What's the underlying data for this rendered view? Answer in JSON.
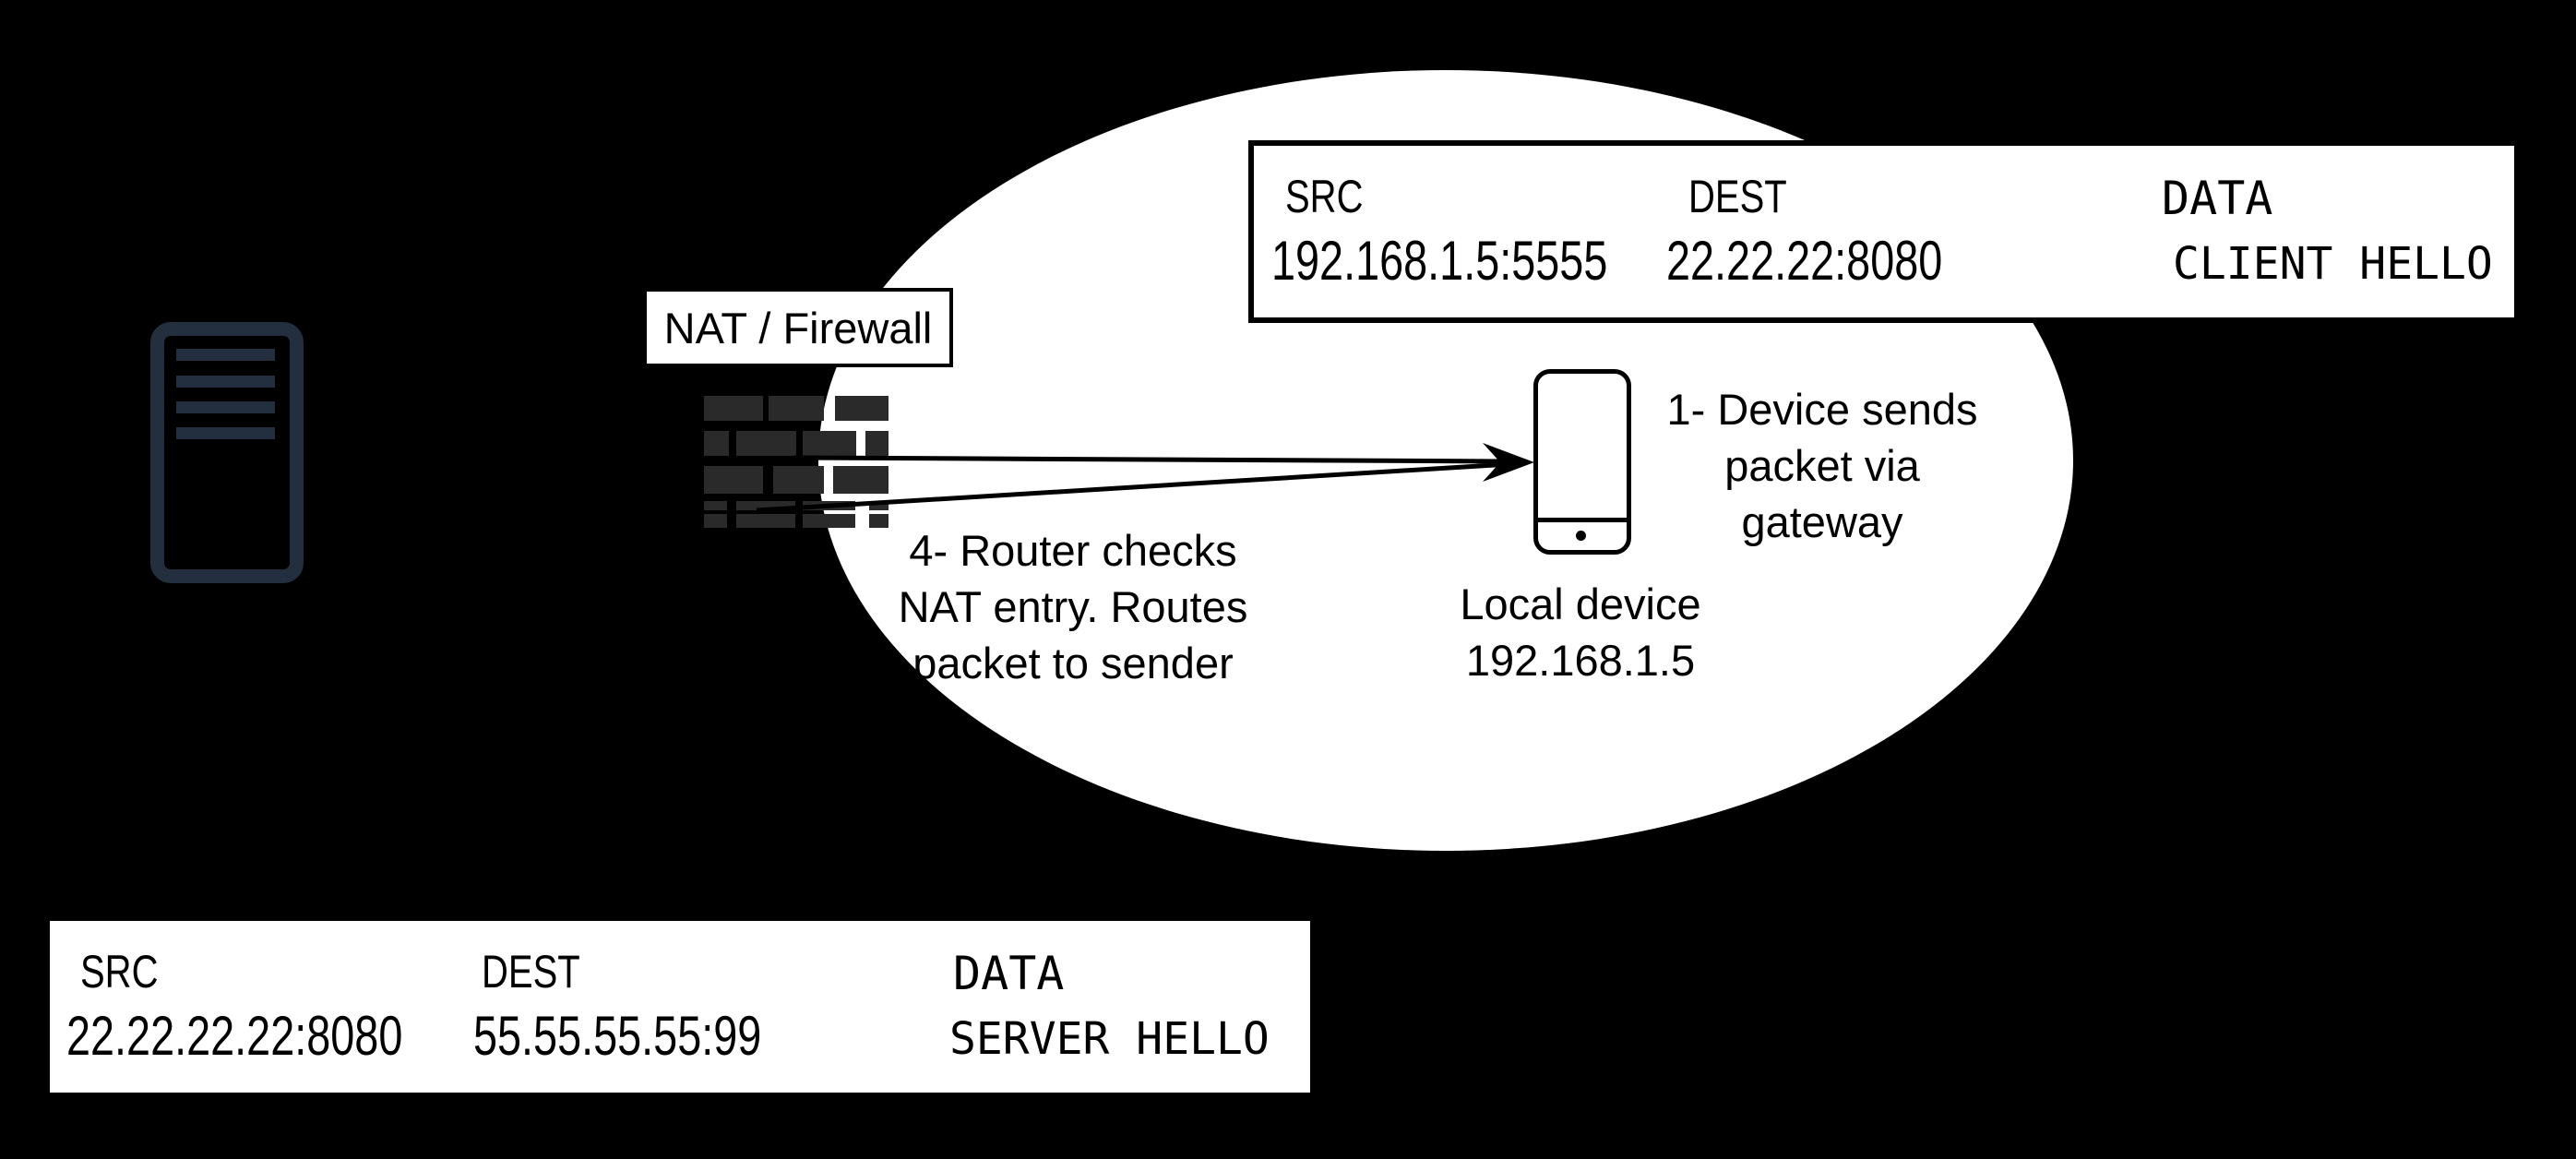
{
  "colors": {
    "background": "#000000",
    "network_zone_fill": "#ffffff",
    "firewall_brick": "#2a2a2a",
    "server_icon": "#232f3e",
    "ink": "#000000"
  },
  "nat_firewall_label": "NAT / Firewall",
  "device_label": {
    "line1": "Local device",
    "line2": "192.168.1.5"
  },
  "step1_annotation": {
    "line1": "1- Device sends",
    "line2": "packet via",
    "line3": "gateway"
  },
  "step4_annotation": {
    "line1": "4- Router checks",
    "line2": "NAT entry. Routes",
    "line3": "packet to sender"
  },
  "request_packet": {
    "src_header": "SRC",
    "dest_header": "DEST",
    "data_header": "DATA",
    "src": "192.168.1.5:5555",
    "dest": "22.22.22:8080",
    "data": "CLIENT HELLO"
  },
  "response_packet": {
    "src_header": "SRC",
    "dest_header": "DEST",
    "data_header": "DATA",
    "src": "22.22.22.22:8080",
    "dest": "55.55.55.55:99",
    "data": "SERVER HELLO"
  },
  "icons": {
    "server": "server-icon",
    "firewall": "firewall-brick-wall-icon",
    "local_device": "smartphone-icon",
    "packet_flow": "arrowhead-right-icon"
  }
}
